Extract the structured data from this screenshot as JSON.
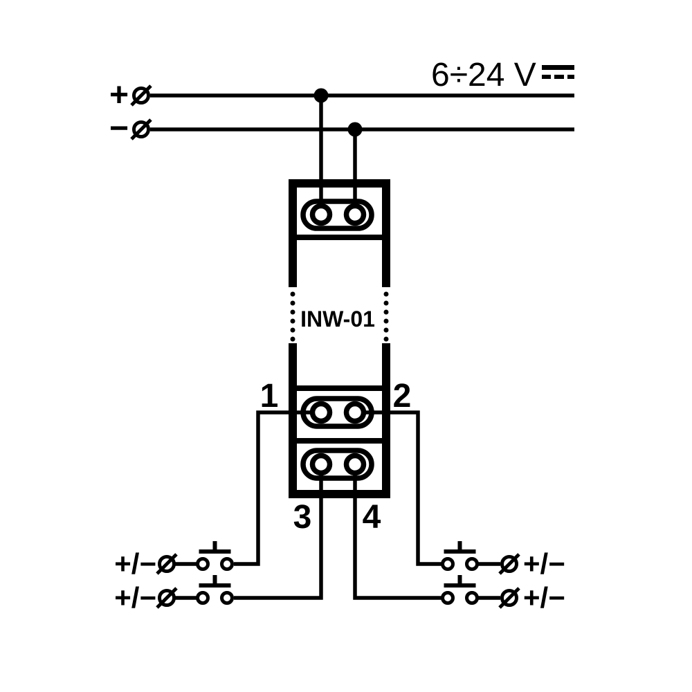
{
  "diagram": {
    "description": "Wiring diagram for INW-01 module with DC supply rails and four push-button inputs",
    "colors": {
      "line": "#000000",
      "background": "#ffffff"
    },
    "power": {
      "voltage_label": "6÷24 V",
      "dc_symbol_name": "direct-current-symbol",
      "positive_label": "+",
      "negative_label": "−"
    },
    "device": {
      "model": "INW-01",
      "terminal_1": "1",
      "terminal_2": "2",
      "terminal_3": "3",
      "terminal_4": "4"
    },
    "buttons": {
      "upper_left_label": "+/−",
      "lower_left_label": "+/−",
      "upper_right_label": "+/−",
      "lower_right_label": "+/−"
    }
  }
}
